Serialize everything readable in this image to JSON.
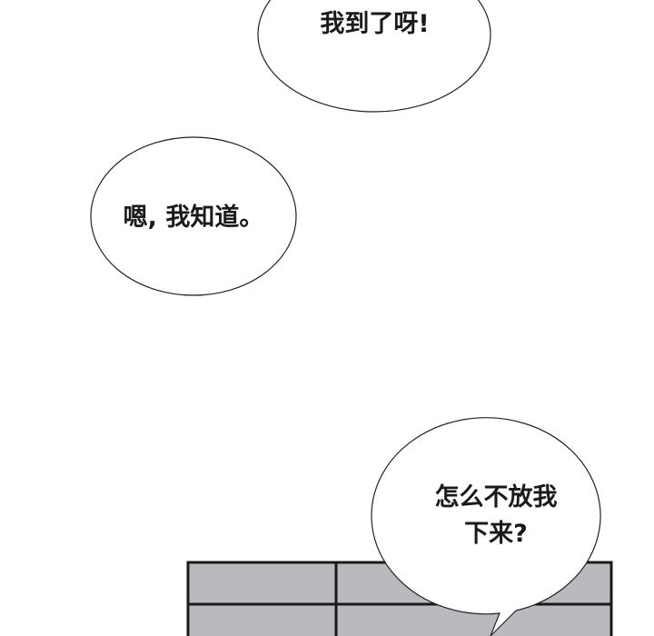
{
  "bubbles": [
    {
      "text": "我到了呀!"
    },
    {
      "text": "嗯, 我知道。"
    },
    {
      "line1": "怎么不放我",
      "line2": "下来?"
    }
  ],
  "colors": {
    "panel_gray": "#b9babe",
    "line": "#1a1a1a"
  }
}
